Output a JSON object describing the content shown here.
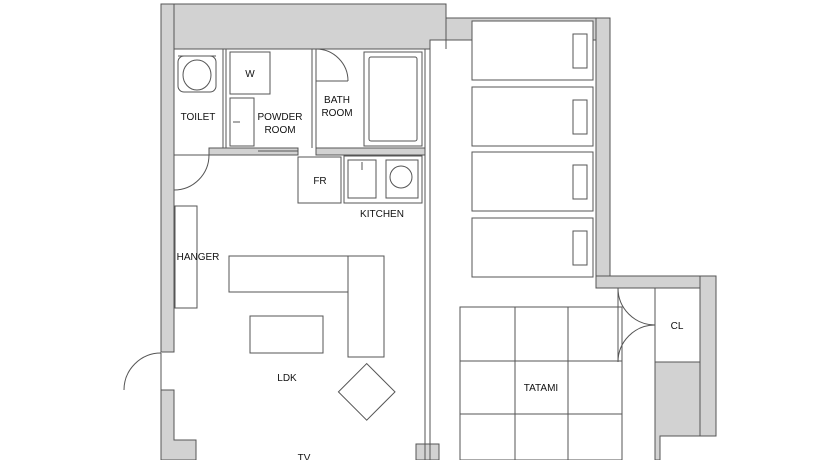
{
  "rooms": {
    "toilet": "TOILET",
    "w": "W",
    "powder_line1": "POWDER",
    "powder_line2": "ROOM",
    "bath_line1": "BATH",
    "bath_line2": "ROOM",
    "fr": "FR",
    "kitchen": "KITCHEN",
    "hanger": "HANGER",
    "ldk": "LDK",
    "tv": "TV",
    "tatami": "TATAMI",
    "cl": "CL"
  },
  "colors": {
    "wall_fill": "#d2d2d2",
    "line": "#555555",
    "background": "#ffffff"
  }
}
